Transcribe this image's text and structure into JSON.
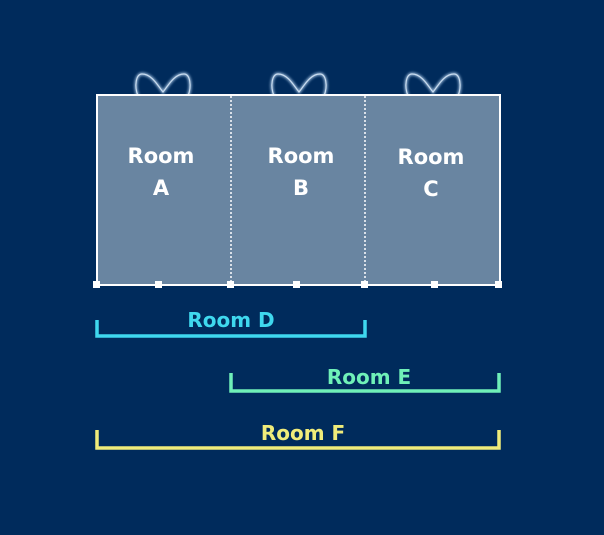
{
  "rooms": [
    {
      "name": "Room",
      "letter": "A"
    },
    {
      "name": "Room",
      "letter": "B"
    },
    {
      "name": "Room",
      "letter": "C"
    }
  ],
  "combinations": [
    {
      "label": "Room D",
      "color": "#3fd8ee"
    },
    {
      "label": "Room E",
      "color": "#6ff0b8"
    },
    {
      "label": "Room F",
      "color": "#f0ec7a"
    }
  ],
  "colors": {
    "background": "#002b5c",
    "room_fill": "#6985a1",
    "wall": "#ffffff",
    "speaker": "#8eaed0"
  }
}
